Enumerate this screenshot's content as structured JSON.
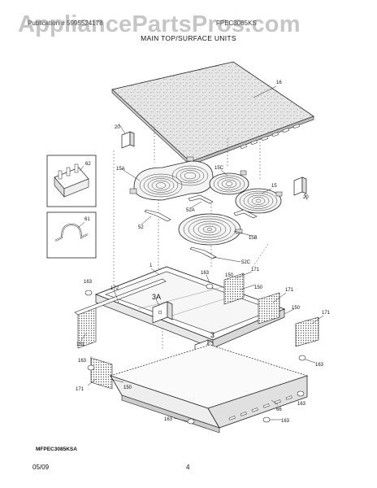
{
  "header": {
    "watermark": "AppliancePartsPros.com",
    "publication_text": "Publication # 5995524178",
    "publication_code": "FPEC3085KS",
    "section_title": "MAIN TOP/SURFACE UNITS"
  },
  "callouts": {
    "l16": "16",
    "l20a": "20",
    "l62": "62",
    "l15a": "15A",
    "l15c": "15C",
    "l15": "15",
    "l20b": "20",
    "l52a": "52A",
    "l52": "52",
    "l61": "61",
    "l15b": "15B",
    "l52c": "52C",
    "l1": "1",
    "l163a": "163",
    "l150a": "150",
    "l171a": "171",
    "l163b": "163",
    "l172": "172",
    "l150b": "150",
    "l171b": "171",
    "l3a": "3A",
    "l150c": "150",
    "l171c": "171",
    "l151": "151",
    "l3": "3",
    "l163c": "163",
    "l163d": "163",
    "l171d": "171",
    "l150d": "150",
    "l66": "66",
    "l163e": "163",
    "l163f": "163",
    "l163g": "163"
  },
  "footer": {
    "diagram_code": "MFPEC3085KSA",
    "date": "05/09",
    "page": "4"
  }
}
